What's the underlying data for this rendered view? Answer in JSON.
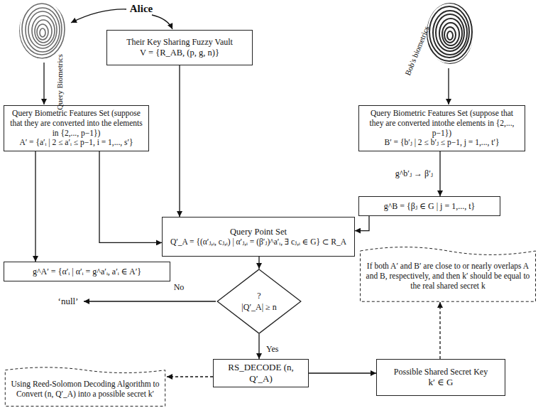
{
  "diagram": {
    "nodes": [
      {
        "text": [
          "Their Key Sharing Fuzzy Vault",
          "V = {R_AB, (p, g, n)}"
        ]
      },
      {
        "text": [
          "Query Biometric Features Set (suppose that they are converted into the elements in {2,..., p−1})",
          "A′ = {a′ᵢ | 2 ≤ a′ᵢ ≤ p−1, i = 1,..., s′}"
        ]
      },
      {
        "text": [
          "Query Biometric Features Set (suppose that they are converted intothe elements in {2,..., p−1})",
          "B′ = {b′ⱼ | 2 ≤ b′ⱼ ≤ p−1, j = 1,..., t′}"
        ]
      },
      {
        "text": [
          "g^B = {βⱼ ∈ G | j = 1,..., t}"
        ]
      },
      {
        "text": [
          "Query Point Set",
          "Q′_A = {(α′ⱼ,ᵢ, cⱼ,ᵢ) | α′ⱼ,ᵢ = (β′ⱼ)^a′ᵢ, ∃ cⱼ,ᵢ ∈ G} ⊂ R_A"
        ]
      },
      {
        "text": [
          "If both A′ and B′ are close to or nearly overlaps A and B, respectively, and then k′ should be equal to the real shared secret k"
        ]
      },
      {
        "text": [
          "g^A′ = {α′ᵢ | α′ᵢ = g^a′ᵢ, a′ᵢ ∈ A′}"
        ]
      },
      {
        "text": [
          "?",
          "|Q′_A| ≥ n"
        ]
      },
      {
        "text": [
          "RS_DECODE (n, Q′_A)"
        ]
      },
      {
        "text": [
          "Possible Shared Secret Key",
          "k′ ∈ G"
        ]
      },
      {
        "text": [
          "Using Reed-Solomon Decoding Algorithm to Convert (n, Q′_A) into a possible secret k′"
        ]
      }
    ],
    "edges": [
      {
        "from": 1,
        "to": 6,
        "arrow": "to"
      },
      {
        "from": 1,
        "to": 4,
        "arrow": "to"
      },
      {
        "from": 0,
        "to": 4,
        "arrow": "to"
      },
      {
        "from": 2,
        "to": 3,
        "label": "g^b′ⱼ → β′ⱼ",
        "arrow": "to"
      },
      {
        "from": 3,
        "to": 4,
        "arrow": "to"
      },
      {
        "from": 4,
        "to": 7,
        "arrow": "to"
      },
      {
        "from": 7,
        "to": 8,
        "label": "Yes",
        "arrow": "to"
      },
      {
        "from": 8,
        "to": 9,
        "arrow": "to"
      },
      {
        "from": 9,
        "to": 5,
        "arrow": "to"
      },
      {
        "from": 8,
        "to": 10,
        "arrow": "to"
      }
    ],
    "labels": [
      "Alice",
      "Query Biometrics",
      "Bob's biometrics",
      "No",
      "‘null’"
    ]
  }
}
